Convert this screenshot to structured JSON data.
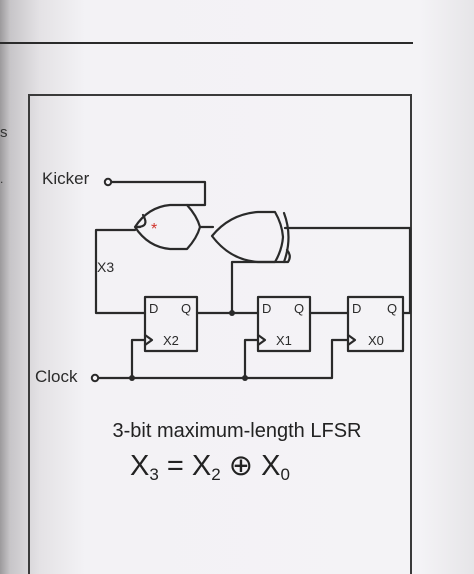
{
  "figure": {
    "inputs": {
      "kicker": "Kicker",
      "clock": "Clock"
    },
    "wire_label": "X3",
    "flip_flops": [
      {
        "name": "X2",
        "d": "D",
        "q": "Q"
      },
      {
        "name": "X1",
        "d": "D",
        "q": "Q"
      },
      {
        "name": "X0",
        "d": "D",
        "q": "Q"
      }
    ],
    "gates": [
      {
        "type": "OR",
        "marker": "*",
        "marker_color": "#d0342c"
      },
      {
        "type": "XOR"
      }
    ]
  },
  "caption": {
    "title": "3-bit maximum-length LFSR",
    "equation": {
      "lhs": "X",
      "lhs_sub": "3",
      "eq": "=",
      "a": "X",
      "a_sub": "2",
      "op": "⊕",
      "b": "X",
      "b_sub": "0"
    }
  },
  "edge_text": {
    "left_char": "s",
    "left_dot": "."
  }
}
